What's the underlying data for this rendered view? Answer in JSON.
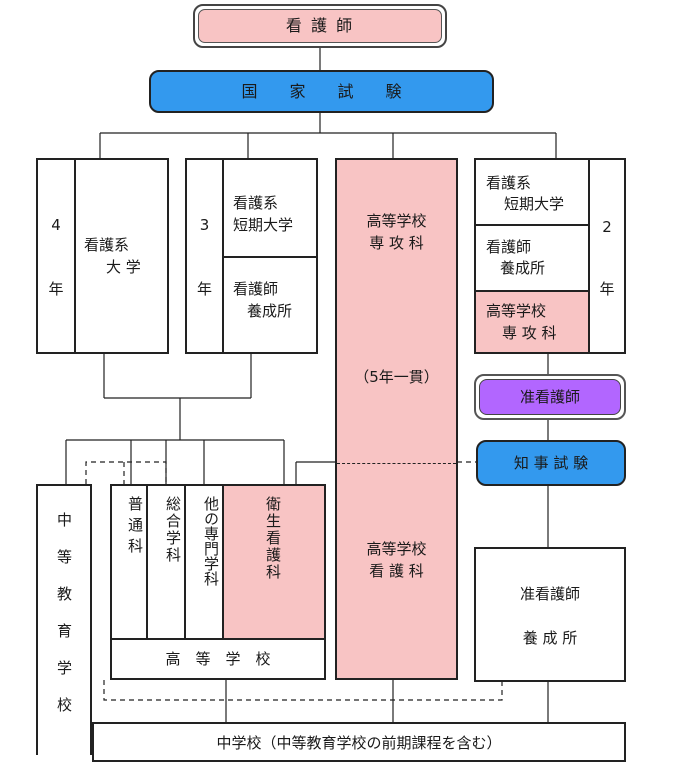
{
  "top": {
    "kangoshi": "看 護 師",
    "kokka_shiken": "国　　家　　試　　験"
  },
  "col1": {
    "years_num": "4",
    "years_unit": "年",
    "label_line1": "看護系",
    "label_line2": "大 学"
  },
  "col2": {
    "years_num": "3",
    "years_unit": "年",
    "a_line1": "看護系",
    "a_line2": "短期大学",
    "b_line1": "看護師",
    "b_line2": "養成所"
  },
  "col3": {
    "top_line1": "高等学校",
    "top_line2": "専 攻 科",
    "middle": "（5年一貫）",
    "bottom_line1": "高等学校",
    "bottom_line2": "看 護 科"
  },
  "col4": {
    "years_num": "2",
    "years_unit": "年",
    "a_line1": "看護系",
    "a_line2": "短期大学",
    "b_line1": "看護師",
    "b_line2": "養成所",
    "c_line1": "高等学校",
    "c_line2": "専 攻 科"
  },
  "jun_kangoshi": "准看護師",
  "chiji_shiken": "知 事 試 験",
  "jun_yoseisho": {
    "line1": "准看護師",
    "line2": "養 成 所"
  },
  "chuto": "中等教育学校",
  "highschool": {
    "futsu": "普通科",
    "sogo": "総合学科",
    "sonota": "他の専門学科",
    "eisei": "衛生看護科",
    "label": "高　等　学　校"
  },
  "junior_high": "中学校（中等教育学校の前期課程を含む）",
  "colors": {
    "pink": "#f8c4c4",
    "blue": "#3399ee",
    "purple": "#b266ff",
    "border": "#222222"
  }
}
